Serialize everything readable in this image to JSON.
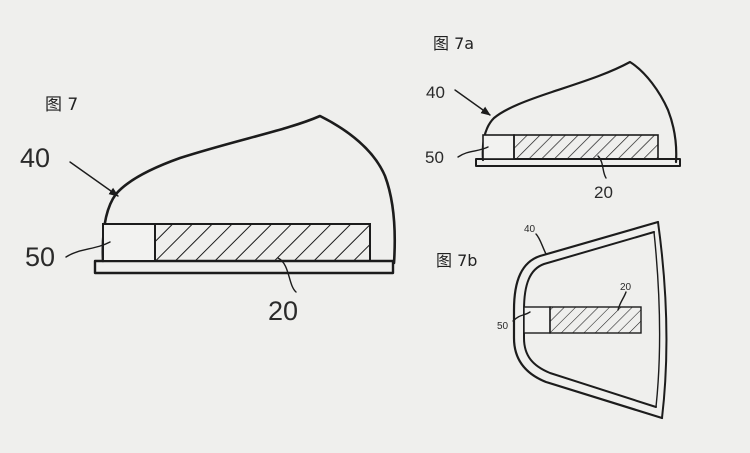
{
  "figures": {
    "fig7": {
      "title": "图 7",
      "labels": {
        "shoe_upper": "40",
        "toe_part": "50",
        "insert": "20"
      }
    },
    "fig7a": {
      "title": "图 7a",
      "labels": {
        "shoe_upper": "40",
        "toe_part": "50",
        "insert": "20"
      }
    },
    "fig7b": {
      "title": "图 7b",
      "labels": {
        "shoe_upper": "40",
        "toe_part": "50",
        "insert": "20"
      }
    }
  },
  "colors": {
    "line": "#1c1c1c",
    "paper": "#efefed"
  }
}
